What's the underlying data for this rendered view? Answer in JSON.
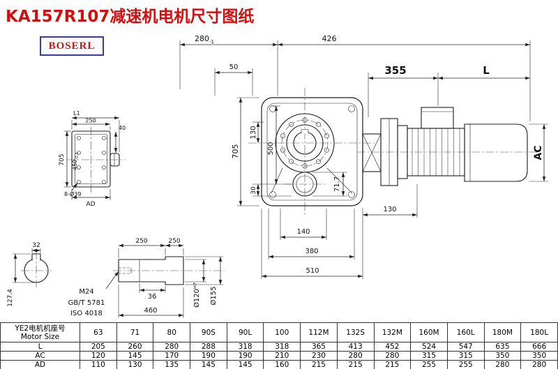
{
  "title": "KA157R107减速机电机尺寸图纸",
  "logo": "BOSERL",
  "dims": {
    "d280": "280",
    "d280tol": "-1",
    "d426": "426",
    "d50": "50",
    "d355": "355",
    "dL": "L",
    "d705": "705",
    "d130": "130",
    "d500": "500",
    "d30": "30",
    "dAC": "AC",
    "d717": "71.7",
    "d130b": "130",
    "d140": "140",
    "d380": "380",
    "d510": "510"
  },
  "flange": {
    "L1": "L1",
    "w250": "250",
    "d40": "40",
    "h705": "705",
    "h450": "450",
    "h450tol": "-0.5",
    "holes": "8-Ø39",
    "AD": "AD"
  },
  "shaft": {
    "k32": "32",
    "h1274": "127.4",
    "l250a": "250",
    "l250b": "250",
    "thread": "M24",
    "std1": "GB/T 5781",
    "std2": "ISO 4018",
    "l36": "36",
    "l460": "460",
    "dia120": "Ø120",
    "dia120fit": "H7",
    "dia155": "Ø155"
  },
  "table": {
    "header_cn": "YE2电机机座号",
    "header_en": "Motor Size",
    "columns": [
      "63",
      "71",
      "80",
      "90S",
      "90L",
      "100",
      "112M",
      "132S",
      "132M",
      "160M",
      "160L",
      "180M",
      "180L"
    ],
    "rows": [
      {
        "label": "L",
        "values": [
          "205",
          "260",
          "280",
          "288",
          "318",
          "318",
          "365",
          "413",
          "452",
          "524",
          "547",
          "635",
          "666"
        ]
      },
      {
        "label": "AC",
        "values": [
          "120",
          "145",
          "170",
          "190",
          "190",
          "210",
          "230",
          "280",
          "280",
          "315",
          "315",
          "350",
          "350"
        ]
      },
      {
        "label": "AD",
        "values": [
          "110",
          "130",
          "135",
          "145",
          "145",
          "160",
          "215",
          "215",
          "215",
          "255",
          "255",
          "280",
          "280"
        ]
      }
    ]
  }
}
